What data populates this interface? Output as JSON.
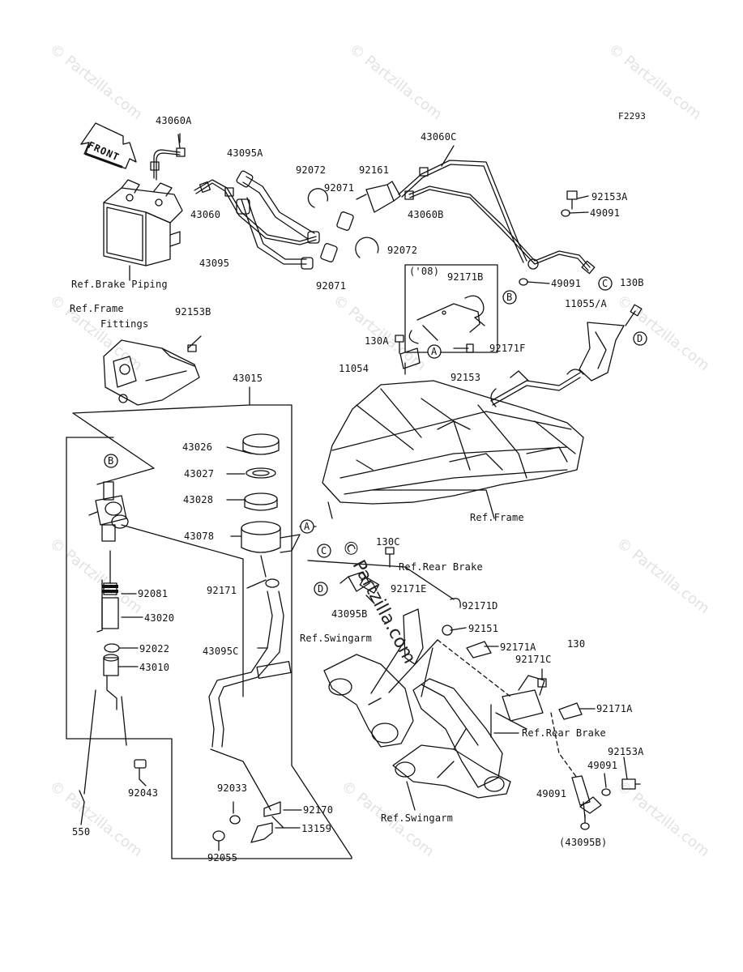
{
  "figure_code": "F2293",
  "front_label": "FRONT",
  "watermark": "© Partzilla.com",
  "watermark_small": "© Partzilla.com",
  "year_note": "('08)",
  "callouts": {
    "A": "A",
    "B": "B",
    "C": "C",
    "D": "D"
  },
  "parts": {
    "p43060A": "43060A",
    "p43095A": "43095A",
    "p92072a": "92072",
    "p92161": "92161",
    "p43060C": "43060C",
    "p92071a": "92071",
    "p43060": "43060",
    "p43060B": "43060B",
    "p92153A_top": "92153A",
    "p49091_top": "49091",
    "p43095": "43095",
    "p92072b": "92072",
    "p92071b": "92071",
    "p92171B": "92171B",
    "p49091_mid": "49091",
    "p130B": "130B",
    "p11055A": "11055/A",
    "p92153B": "92153B",
    "p130A": "130A",
    "p92171F": "92171F",
    "p11054": "11054",
    "p92153": "92153",
    "p43015": "43015",
    "p43026": "43026",
    "p43027": "43027",
    "p43028": "43028",
    "p43078": "43078",
    "p130C": "130C",
    "p92171": "92171",
    "p92081": "92081",
    "p43020": "43020",
    "p43095B": "43095B",
    "p92171E": "92171E",
    "p92171D": "92171D",
    "p92151": "92151",
    "p92022": "92022",
    "p43010": "43010",
    "p43095C": "43095C",
    "p92171A_a": "92171A",
    "p130": "130",
    "p92171C": "92171C",
    "p92171A_b": "92171A",
    "p92153A_bot": "92153A",
    "p49091_r": "49091",
    "p49091_l": "49091",
    "p43095B_paren": "(43095B)",
    "p92043": "92043",
    "p92033": "92033",
    "p92170": "92170",
    "p13159": "13159",
    "p550": "550",
    "p92055": "92055"
  },
  "refs": {
    "brake_piping": "Ref.Brake Piping",
    "frame_fittings_1": "Ref.Frame",
    "frame_fittings_2": "Fittings",
    "frame": "Ref.Frame",
    "rear_brake_top": "Ref.Rear Brake",
    "swingarm_top": "Ref.Swingarm",
    "rear_brake_bottom": "Ref.Rear Brake",
    "swingarm_bottom": "Ref.Swingarm"
  },
  "colors": {
    "line": "#111111",
    "watermark": "#e2e2e2"
  }
}
